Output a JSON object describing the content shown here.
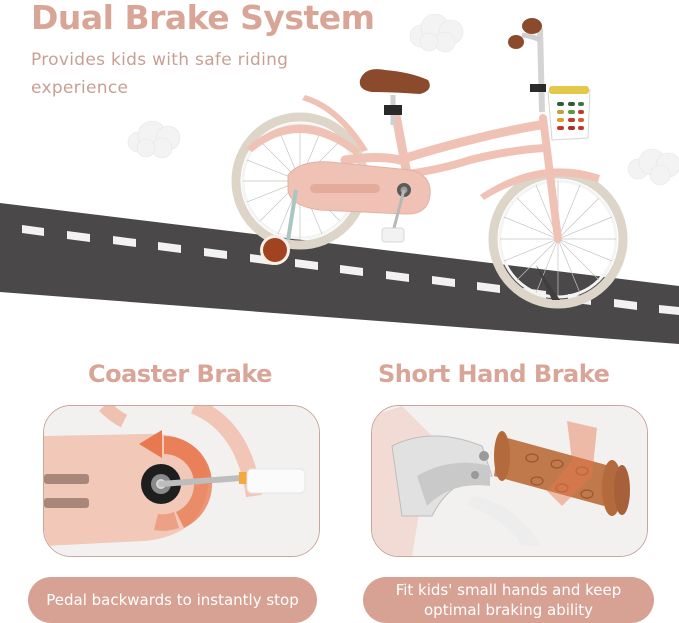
{
  "header": {
    "title": "Dual Brake System",
    "subtitle": "Provides kids with safe riding experience"
  },
  "features": [
    {
      "title": "Coaster Brake",
      "caption": "Pedal backwards to instantly stop",
      "image": "coaster-brake-closeup"
    },
    {
      "title": "Short Hand Brake",
      "caption": "Fit kids' small hands and keep optimal braking ability",
      "image": "hand-brake-lever-closeup"
    }
  ],
  "colors": {
    "accent": "#d9a597",
    "pill": "#d7a294",
    "road": "#4a4848",
    "bike_frame": "#f0c2b5",
    "saddle": "#8b4a2b",
    "brake_arrow": "#e8784f"
  }
}
